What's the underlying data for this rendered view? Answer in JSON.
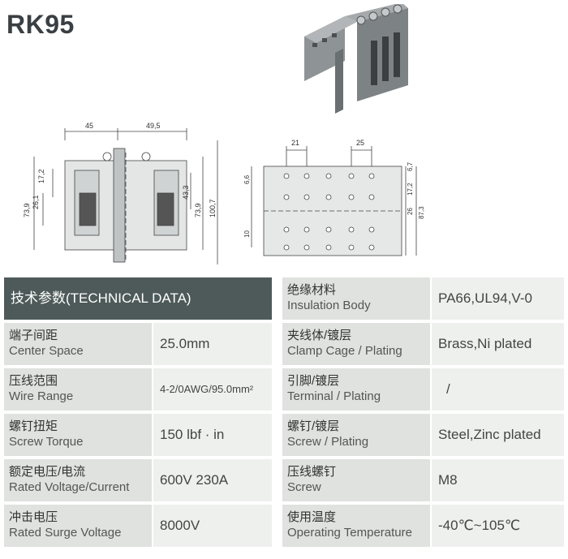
{
  "title": "RK95",
  "drawing_left": {
    "dims": [
      "45",
      "49,5",
      "17,2",
      "26,1",
      "73,9",
      "43,3",
      "73,9",
      "100,7"
    ]
  },
  "drawing_right": {
    "dims": [
      "21",
      "25",
      "6,6",
      "6,7",
      "17,2",
      "26",
      "87,3",
      "10"
    ]
  },
  "table": {
    "header": "技术参数(TECHNICAL DATA)",
    "left_rows": [
      {
        "cn": "端子间距",
        "en": "Center Space",
        "value": "25.0mm"
      },
      {
        "cn": "压线范围",
        "en": "Wire Range",
        "value": "4-2/0AWG/95.0mm²"
      },
      {
        "cn": "螺钉扭矩",
        "en": "Screw Torque",
        "value": "150 lbf · in"
      },
      {
        "cn": "额定电压/电流",
        "en": "Rated Voltage/Current",
        "value": "600V 230A"
      },
      {
        "cn": "冲击电压",
        "en": "Rated Surge Voltage",
        "value": "8000V"
      }
    ],
    "right_rows": [
      {
        "cn": "绝缘材料",
        "en": "Insulation Body",
        "value": "PA66,UL94,V-0"
      },
      {
        "cn": "夹线体/镀层",
        "en": "Clamp Cage / Plating",
        "value": "Brass,Ni plated"
      },
      {
        "cn": "引脚/镀层",
        "en": "Terminal / Plating",
        "value": "/"
      },
      {
        "cn": "螺钉/镀层",
        "en": "Screw / Plating",
        "value": "Steel,Zinc plated"
      },
      {
        "cn": "压线螺钉",
        "en": "Screw",
        "value": "M8"
      },
      {
        "cn": "使用温度",
        "en": "Operating Temperature",
        "value": "-40℃~105℃"
      }
    ]
  }
}
